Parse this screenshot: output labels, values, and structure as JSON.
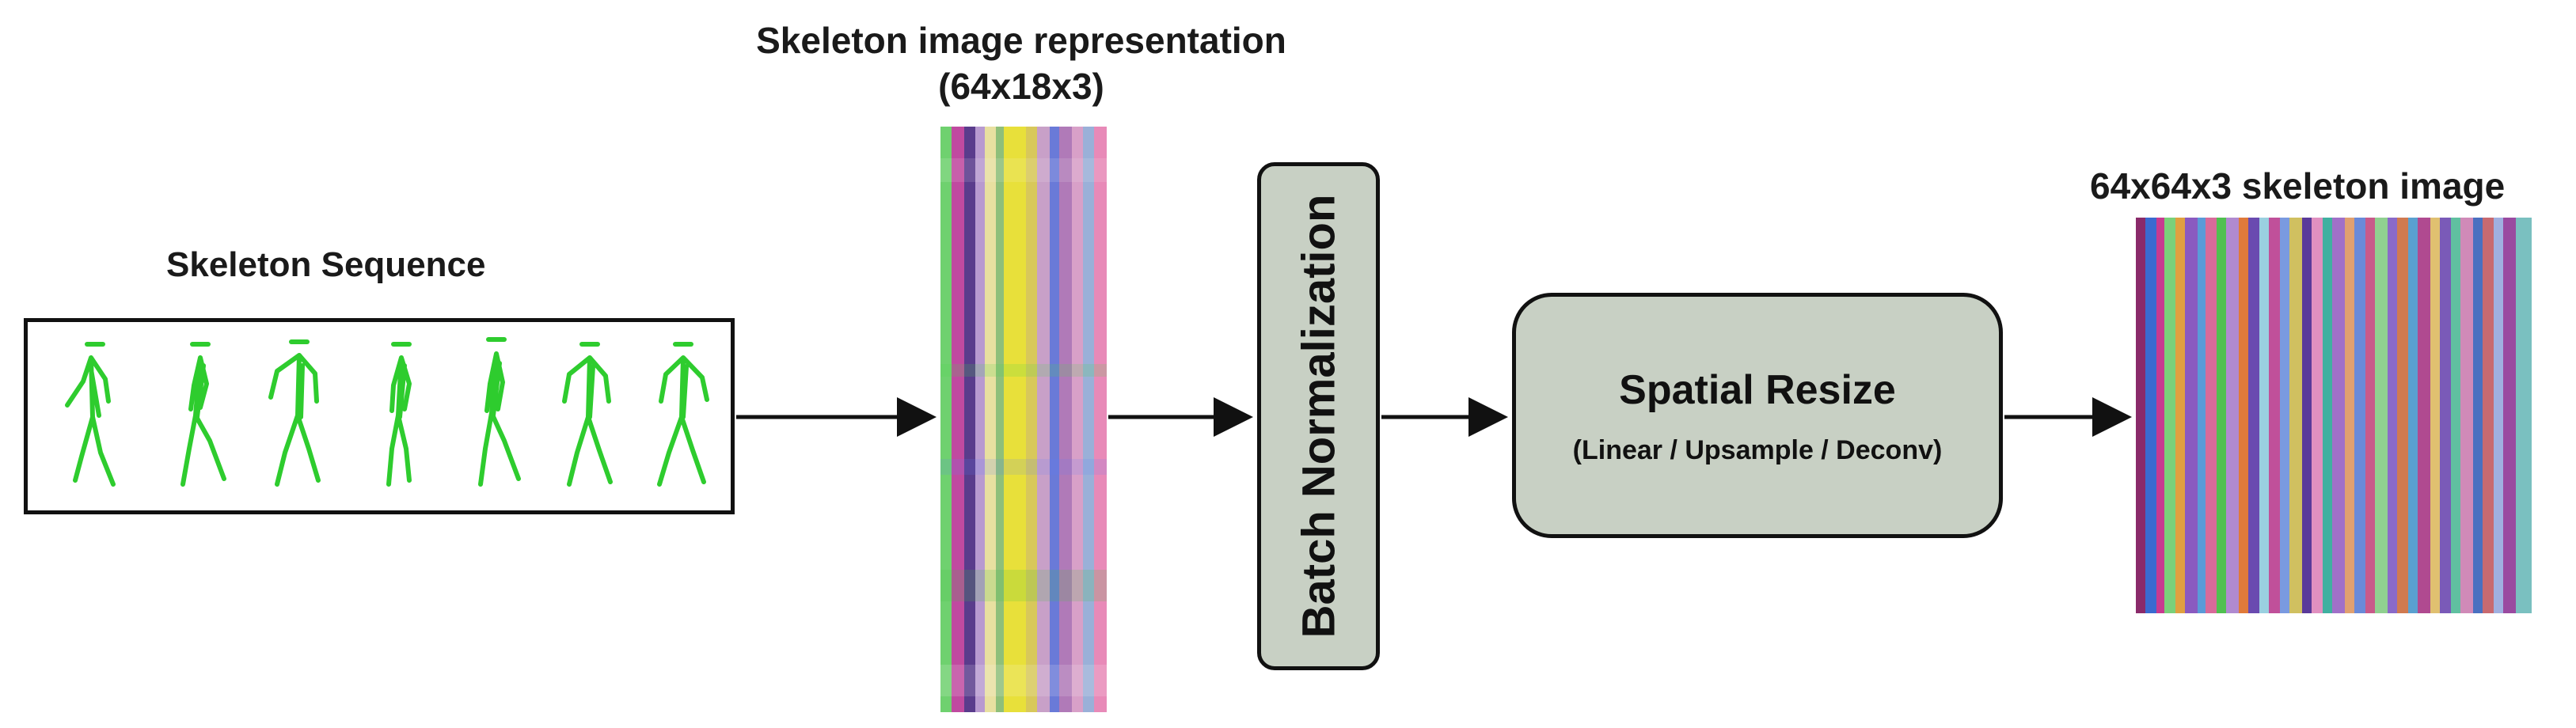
{
  "labels": {
    "sequence_title": "Skeleton Sequence",
    "representation_title_line1": "Skeleton image representation",
    "representation_title_line2": "(64x18x3)",
    "batch_norm": "Batch Normalization",
    "spatial_resize_title": "Spatial Resize",
    "spatial_resize_subtitle": "(Linear / Upsample / Deconv)",
    "output_title": "64x64x3 skeleton image"
  },
  "colors": {
    "skeleton": "#2ecc2e",
    "block_fill": "#c8d0c4",
    "stroke": "#111111"
  },
  "skeleton_count": 7
}
